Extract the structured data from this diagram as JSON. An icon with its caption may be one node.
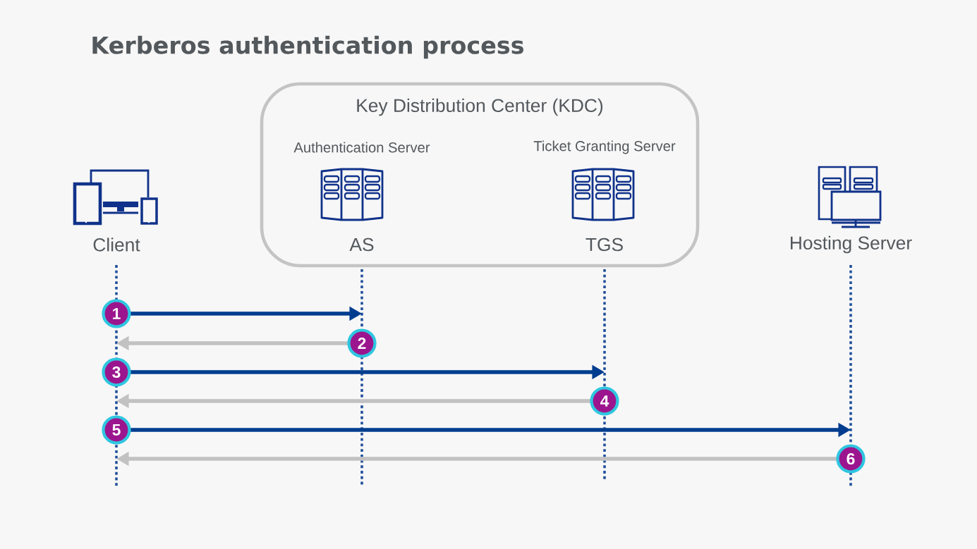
{
  "diagram": {
    "title": "Kerberos authentication process",
    "nodes": [
      {
        "text": [
          "Client"
        ]
      },
      {
        "text": [
          "Key Distribution Center (KDC)"
        ]
      },
      {
        "text": [
          "Authentication Server",
          "AS"
        ],
        "in": 1
      },
      {
        "text": [
          "Ticket Granting Server",
          "TGS"
        ],
        "in": 1
      },
      {
        "text": [
          "Hosting Server"
        ]
      },
      {
        "text": [],
        "shape": "line"
      },
      {
        "text": [],
        "shape": "line"
      },
      {
        "text": [],
        "shape": "line"
      },
      {
        "text": [],
        "shape": "line"
      }
    ],
    "edges": [
      {
        "from": 5,
        "to": 6,
        "arrow": "to",
        "label": "1",
        "color": "#003d8f"
      },
      {
        "from": 6,
        "to": 5,
        "arrow": "to",
        "label": "2",
        "color": "#c2c2c2"
      },
      {
        "from": 5,
        "to": 7,
        "arrow": "to",
        "label": "3",
        "color": "#003d8f"
      },
      {
        "from": 7,
        "to": 5,
        "arrow": "to",
        "label": "4",
        "color": "#c2c2c2"
      },
      {
        "from": 5,
        "to": 8,
        "arrow": "to",
        "label": "5",
        "color": "#003d8f"
      },
      {
        "from": 8,
        "to": 5,
        "arrow": "to",
        "label": "6",
        "color": "#c2c2c2"
      }
    ]
  }
}
